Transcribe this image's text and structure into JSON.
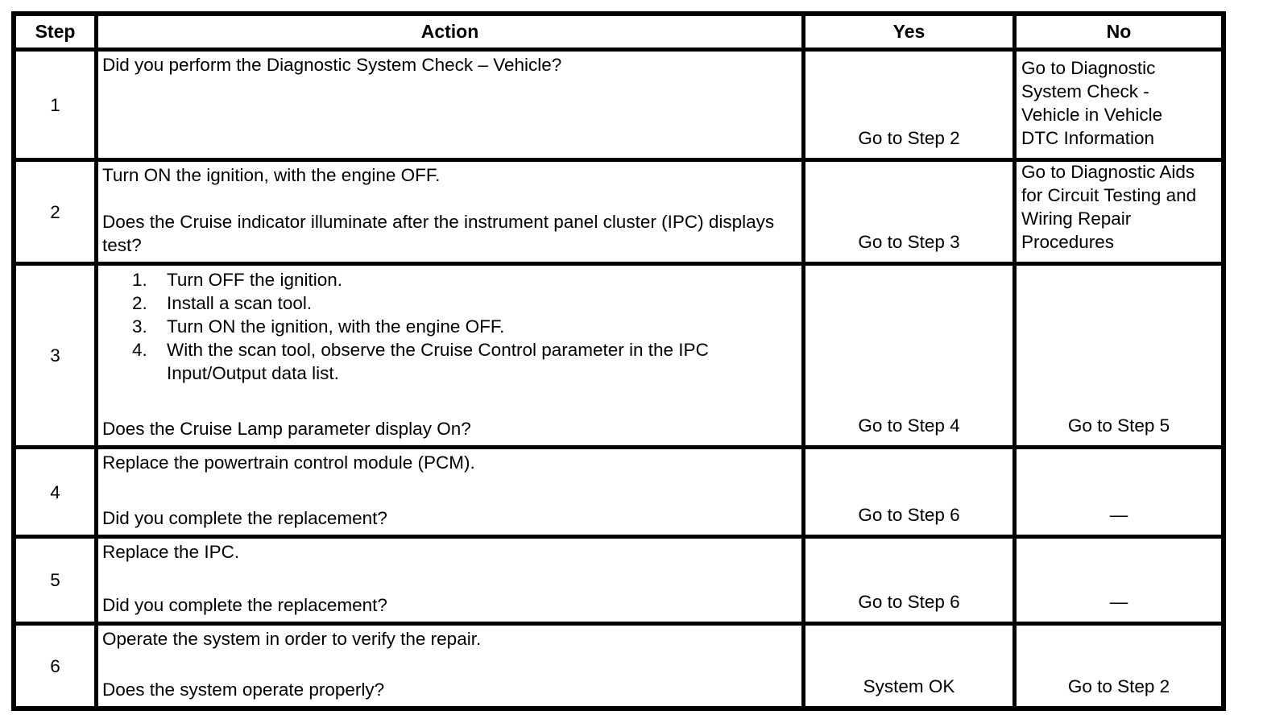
{
  "table": {
    "headers": [
      "Step",
      "Action",
      "Yes",
      "No"
    ],
    "rows": [
      {
        "step": "1",
        "action": {
          "intro": "Did you perform the Diagnostic System Check – Vehicle?",
          "list": [],
          "question": ""
        },
        "yes": "Go to Step 2",
        "no": "Go to Diagnostic System Check - Vehicle in Vehicle DTC Information"
      },
      {
        "step": "2",
        "action": {
          "intro": "Turn ON the ignition, with the engine OFF.",
          "list": [],
          "question": "Does the Cruise indicator illuminate after the instrument panel cluster (IPC) displays test?"
        },
        "yes": "Go to Step 3",
        "no": "Go to Diagnostic Aids for Circuit Testing and Wiring Repair Procedures"
      },
      {
        "step": "3",
        "action": {
          "intro": "",
          "list": [
            "Turn OFF the ignition.",
            "Install a scan tool.",
            "Turn ON the ignition, with the engine OFF.",
            "With the scan tool, observe the Cruise Control parameter in the IPC Input/Output data list."
          ],
          "question": "Does the Cruise Lamp parameter display On?"
        },
        "yes": "Go to Step 4",
        "no": "Go to Step 5"
      },
      {
        "step": "4",
        "action": {
          "intro": "Replace the powertrain control module (PCM).",
          "list": [],
          "question": "Did you complete the replacement?"
        },
        "yes": "Go to Step 6",
        "no": "—"
      },
      {
        "step": "5",
        "action": {
          "intro": "Replace the IPC.",
          "list": [],
          "question": "Did you complete the replacement?"
        },
        "yes": "Go to Step 6",
        "no": "—"
      },
      {
        "step": "6",
        "action": {
          "intro": "Operate the system in order to verify the repair.",
          "list": [],
          "question": "Does the system operate properly?"
        },
        "yes": "System OK",
        "no": "Go to Step 2"
      }
    ]
  }
}
